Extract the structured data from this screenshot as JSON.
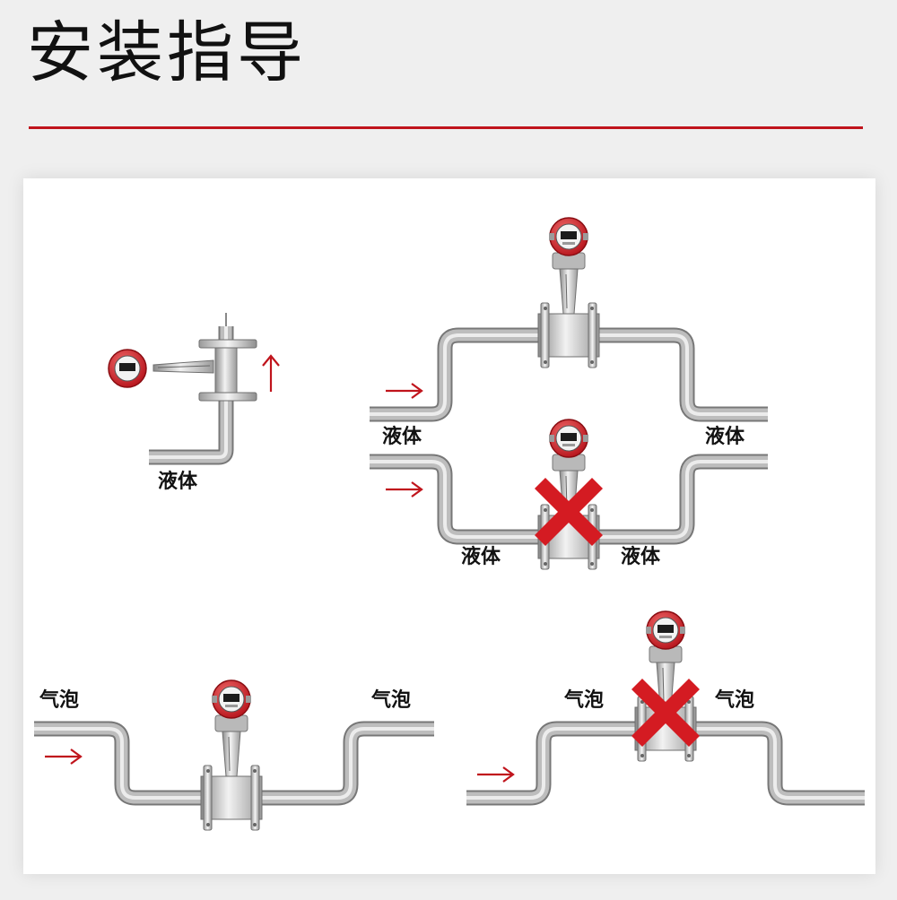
{
  "header": {
    "title": "安装指导"
  },
  "diagrams": {
    "vertical_liquid": {
      "label": "液体"
    },
    "loop_liquid": {
      "label_top_left": "液体",
      "label_top_right": "液体",
      "label_bottom_left": "液体",
      "label_bottom_right": "液体"
    },
    "gas_correct": {
      "label_left": "气泡",
      "label_right": "气泡"
    },
    "gas_incorrect": {
      "label_left": "气泡",
      "label_right": "气泡"
    }
  },
  "icons": [
    "flow-arrow-icon",
    "wrong-cross-icon",
    "flowmeter-icon"
  ],
  "colors": {
    "accent": "#c0141c",
    "arrow": "#c0141c",
    "cross": "#d41b22",
    "pipe": "#b8b8b8",
    "pipe_edge": "#777777"
  }
}
